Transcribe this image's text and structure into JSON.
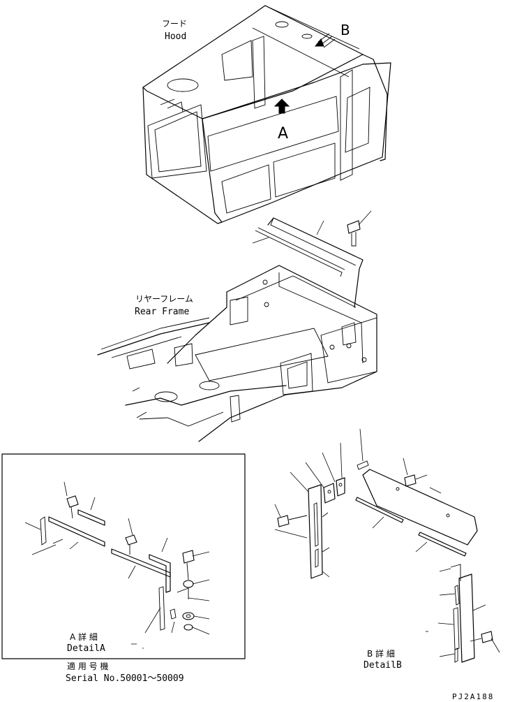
{
  "labels": {
    "hood_jp": "フード",
    "hood_en": "Hood",
    "rear_frame_jp": "リヤーフレーム",
    "rear_frame_en": "Rear Frame",
    "view_a": "A",
    "view_b": "B",
    "detail_a_jp": "A 詳 細",
    "detail_a_en": "DetailA",
    "detail_b_jp": "B 詳 細",
    "detail_b_en": "DetailB",
    "serial_jp": "適 用 号 機",
    "serial_en": "Serial No.50001～50009",
    "drawing_code": "PJ2A188"
  }
}
